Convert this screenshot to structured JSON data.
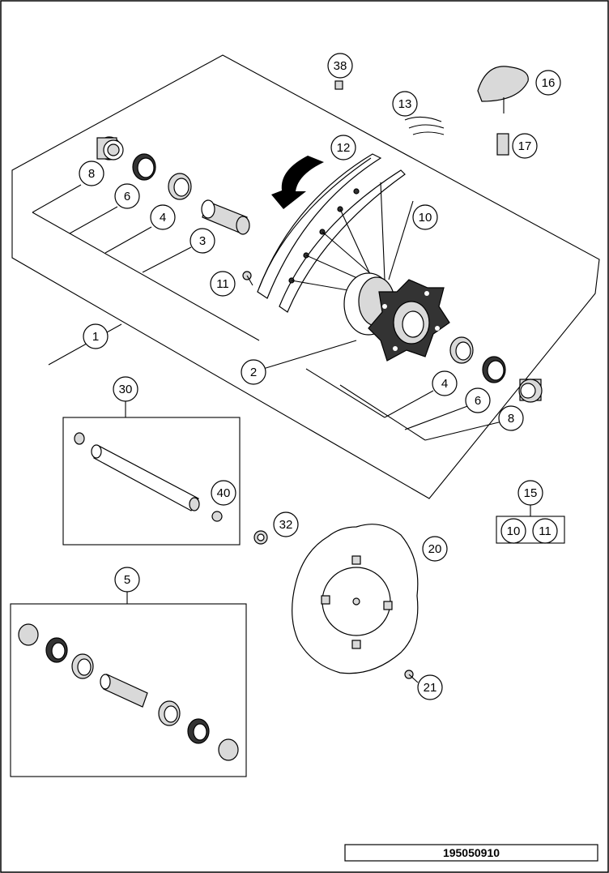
{
  "drawing_number": "195050910",
  "callouts": {
    "c1": "1",
    "c2": "2",
    "c3": "3",
    "c4a": "4",
    "c4b": "4",
    "c5": "5",
    "c6a": "6",
    "c6b": "6",
    "c8a": "8",
    "c8b": "8",
    "c10a": "10",
    "c10b": "10",
    "c11a": "11",
    "c11b": "11",
    "c12": "12",
    "c13": "13",
    "c15": "15",
    "c16": "16",
    "c17": "17",
    "c20": "20",
    "c21": "21",
    "c30": "30",
    "c32": "32",
    "c38": "38",
    "c40": "40"
  },
  "icons": {
    "direction_arrow": "rotation-arrow-icon"
  }
}
